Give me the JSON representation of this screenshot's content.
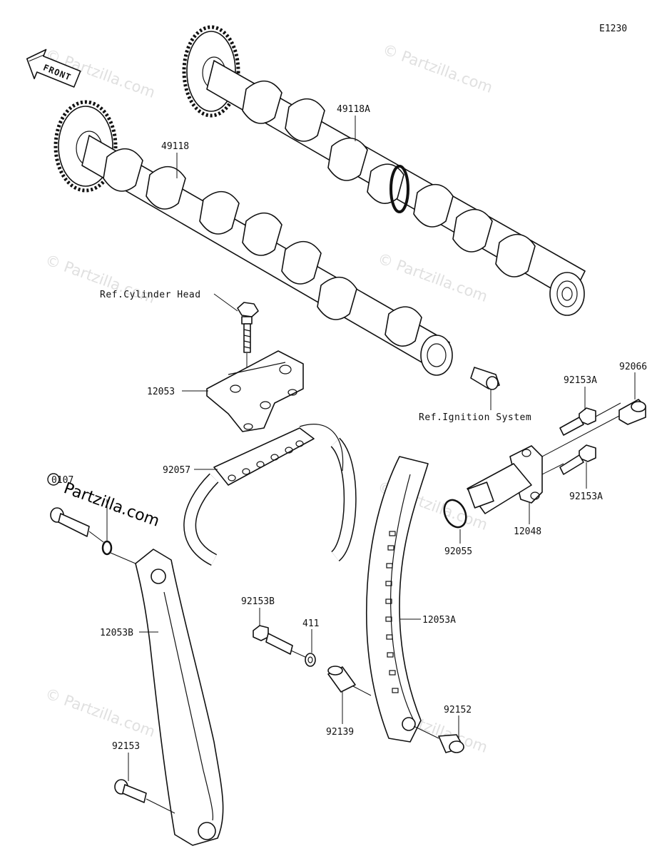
{
  "diagram_code": "E1230",
  "front_label": "FRONT",
  "watermarks": {
    "text": "© Partzilla.com",
    "overlay_text": "Partzilla.com"
  },
  "labels": {
    "camshaft_exhaust": "49118A",
    "camshaft_intake": "49118",
    "ref_cylinder_head": "Ref.Cylinder Head",
    "chain_guide_top": "12053",
    "ref_ignition": "Ref.Ignition System",
    "chain": "92057",
    "bolt_a_top": "92153A",
    "gasket_92066": "92066",
    "bolt_a_bottom": "92153A",
    "tensioner": "12048",
    "oring_92055": "92055",
    "oring_left": "0107",
    "bolt_b": "92153B",
    "washer_411": "411",
    "guide_right": "12053A",
    "guide_left": "12053B",
    "collar_92139": "92139",
    "collar_92152": "92152",
    "bolt_92153": "92153"
  }
}
